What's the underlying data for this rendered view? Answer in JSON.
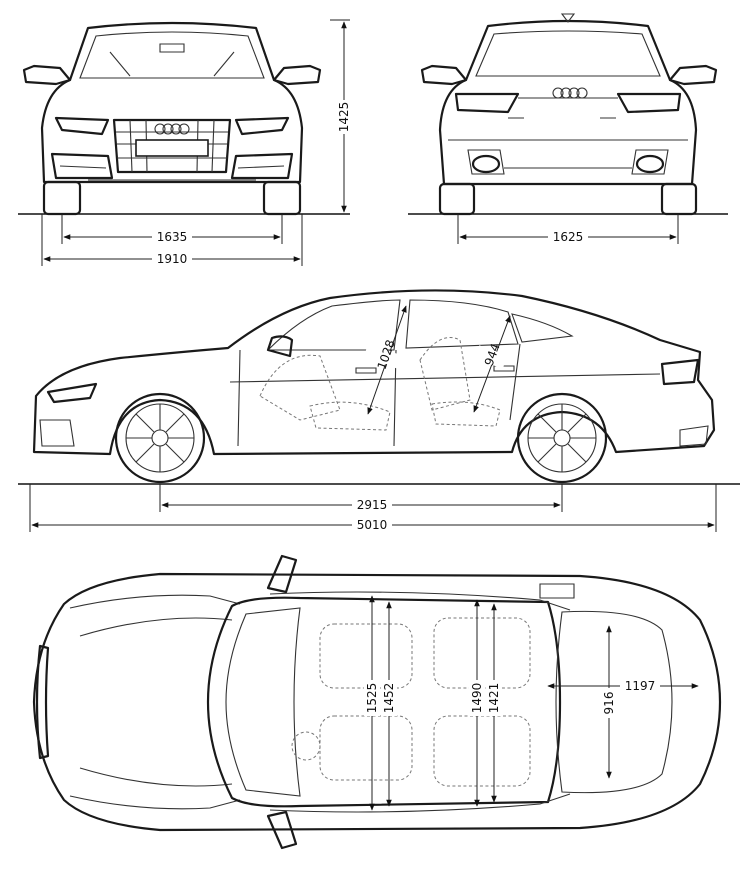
{
  "dimensions": {
    "front_height": "1425",
    "front_track": "1635",
    "front_width": "1910",
    "rear_track": "1625",
    "headroom_front": "1028",
    "headroom_rear": "944",
    "wheelbase": "2915",
    "length": "5010",
    "shoulder_front": "1525",
    "elbow_front": "1452",
    "shoulder_rear": "1490",
    "elbow_rear": "1421",
    "trunk_width": "916",
    "trunk_length": "1197"
  },
  "colors": {
    "line": "#1a1a1a",
    "dashed": "#777777",
    "background": "#ffffff"
  }
}
